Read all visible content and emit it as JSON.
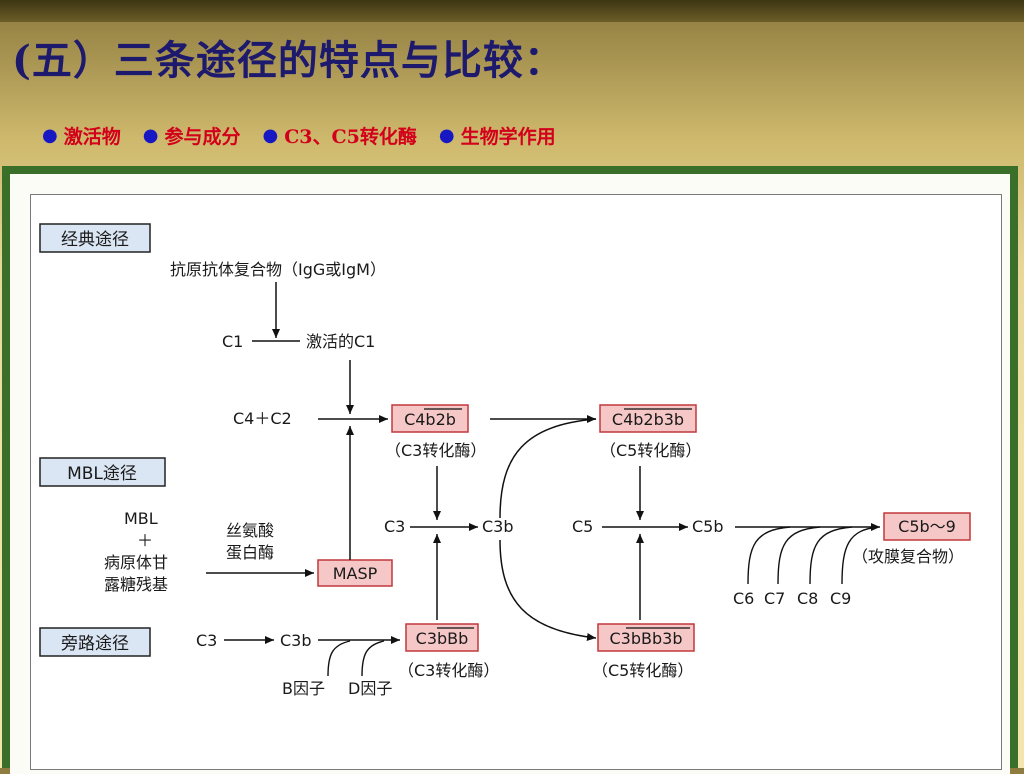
{
  "title": "(五）三条途径的特点与比较：",
  "subtitle_items": [
    "激活物",
    "参与成分",
    "C3、C5转化酶",
    "生物学作用"
  ],
  "bullet_symbol": "●",
  "diagram": {
    "pathway_labels": {
      "classical": "经典途径",
      "mbl": "MBL途径",
      "alternative": "旁路途径"
    },
    "classical": {
      "activator": "抗原抗体复合物（IgG或IgM）",
      "c1": "C1",
      "activated_c1": "激活的C1",
      "c4_c2": "C4＋C2",
      "c3_convertase": "C4b2b",
      "c3_convertase_note": "（C3转化酶）",
      "c5_convertase": "C4b2b3b",
      "c5_convertase_note": "（C5转化酶）"
    },
    "mbl": {
      "mbl": "MBL",
      "plus": "＋",
      "pathogen_line1": "病原体甘",
      "pathogen_line2": "露糖残基",
      "serine_line1": "丝氨酸",
      "serine_line2": "蛋白酶",
      "masp": "MASP"
    },
    "center": {
      "c3": "C3",
      "c3b": "C3b",
      "c5": "C5",
      "c5b": "C5b",
      "c6": "C6",
      "c7": "C7",
      "c8": "C8",
      "c9": "C9",
      "mac": "C5b～9",
      "mac_note": "（攻膜复合物）"
    },
    "alternative": {
      "c3": "C3",
      "c3b": "C3b",
      "c3_convertase": "C3bBb",
      "c3_convertase_note": "（C3转化酶）",
      "c5_convertase": "C3bBb3b",
      "c5_convertase_note": "（C5转化酶）",
      "factor_b": "B因子",
      "factor_d": "D因子"
    }
  },
  "colors": {
    "title": "#1d1a6e",
    "subtitle": "#d3001b",
    "bullet": "#1718c4",
    "frame": "#3a6f2a",
    "label_box_fill": "#dbe6f4",
    "enzyme_box_fill": "#f6c7c7",
    "enzyme_box_stroke": "#c0393b"
  }
}
